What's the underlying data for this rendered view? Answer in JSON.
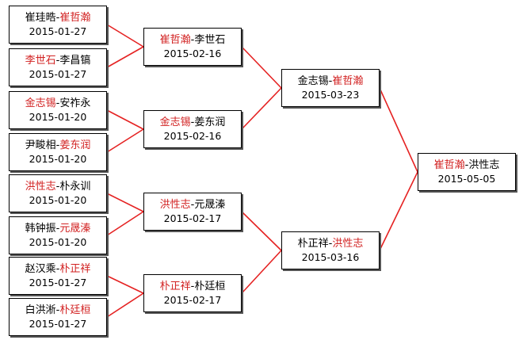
{
  "colors": {
    "line": "#e52222",
    "winner": "#d22222",
    "text": "#000000",
    "border": "#000000"
  },
  "matches": [
    {
      "id": "r1m1",
      "p1": "崔珪晧",
      "p2": "崔哲瀚",
      "winner": 2,
      "date": "2015-01-27"
    },
    {
      "id": "r1m2",
      "p1": "李世石",
      "p2": "李昌镐",
      "winner": 1,
      "date": "2015-01-27"
    },
    {
      "id": "r1m3",
      "p1": "金志锡",
      "p2": "安祚永",
      "winner": 1,
      "date": "2015-01-20"
    },
    {
      "id": "r1m4",
      "p1": "尹畯相",
      "p2": "姜东润",
      "winner": 2,
      "date": "2015-01-20"
    },
    {
      "id": "r1m5",
      "p1": "洪性志",
      "p2": "朴永训",
      "winner": 1,
      "date": "2015-01-20"
    },
    {
      "id": "r1m6",
      "p1": "韩钟振",
      "p2": "元晟溱",
      "winner": 2,
      "date": "2015-01-20"
    },
    {
      "id": "r1m7",
      "p1": "赵汉乘",
      "p2": "朴正祥",
      "winner": 2,
      "date": "2015-01-27"
    },
    {
      "id": "r1m8",
      "p1": "白洪淅",
      "p2": "朴廷桓",
      "winner": 2,
      "date": "2015-01-27"
    },
    {
      "id": "r2m1",
      "p1": "崔哲瀚",
      "p2": "李世石",
      "winner": 1,
      "date": "2015-02-16"
    },
    {
      "id": "r2m2",
      "p1": "金志锡",
      "p2": "姜东润",
      "winner": 1,
      "date": "2015-02-16"
    },
    {
      "id": "r2m3",
      "p1": "洪性志",
      "p2": "元晟溱",
      "winner": 1,
      "date": "2015-02-17"
    },
    {
      "id": "r2m4",
      "p1": "朴正祥",
      "p2": "朴廷桓",
      "winner": 1,
      "date": "2015-02-17"
    },
    {
      "id": "r3m1",
      "p1": "金志锡",
      "p2": "崔哲瀚",
      "winner": 2,
      "date": "2015-03-23"
    },
    {
      "id": "r3m2",
      "p1": "朴正祥",
      "p2": "洪性志",
      "winner": 2,
      "date": "2015-03-16"
    },
    {
      "id": "final",
      "p1": "崔哲瀚",
      "p2": "洪性志",
      "winner": 1,
      "date": "2015-05-05"
    }
  ]
}
